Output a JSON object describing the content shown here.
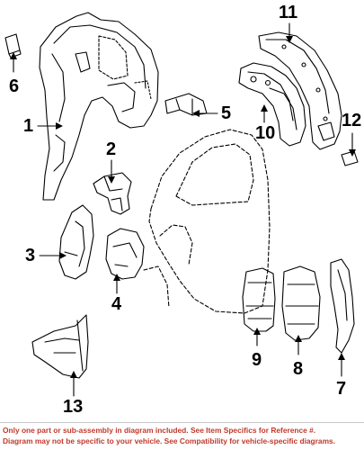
{
  "colors": {
    "line": "#000000",
    "footer_text": "#c0392b",
    "background": "#ffffff"
  },
  "callouts": {
    "c1": "1",
    "c2": "2",
    "c3": "3",
    "c4": "4",
    "c5": "5",
    "c6": "6",
    "c7": "7",
    "c8": "8",
    "c9": "9",
    "c10": "10",
    "c11": "11",
    "c12": "12",
    "c13": "13"
  },
  "footer": {
    "line1": "Only one part or sub-assembly in diagram included. See Item Specifics for Reference #.",
    "line2": "Diagram may not be specific to your vehicle. See Compatibility for vehicle-specific diagrams."
  }
}
